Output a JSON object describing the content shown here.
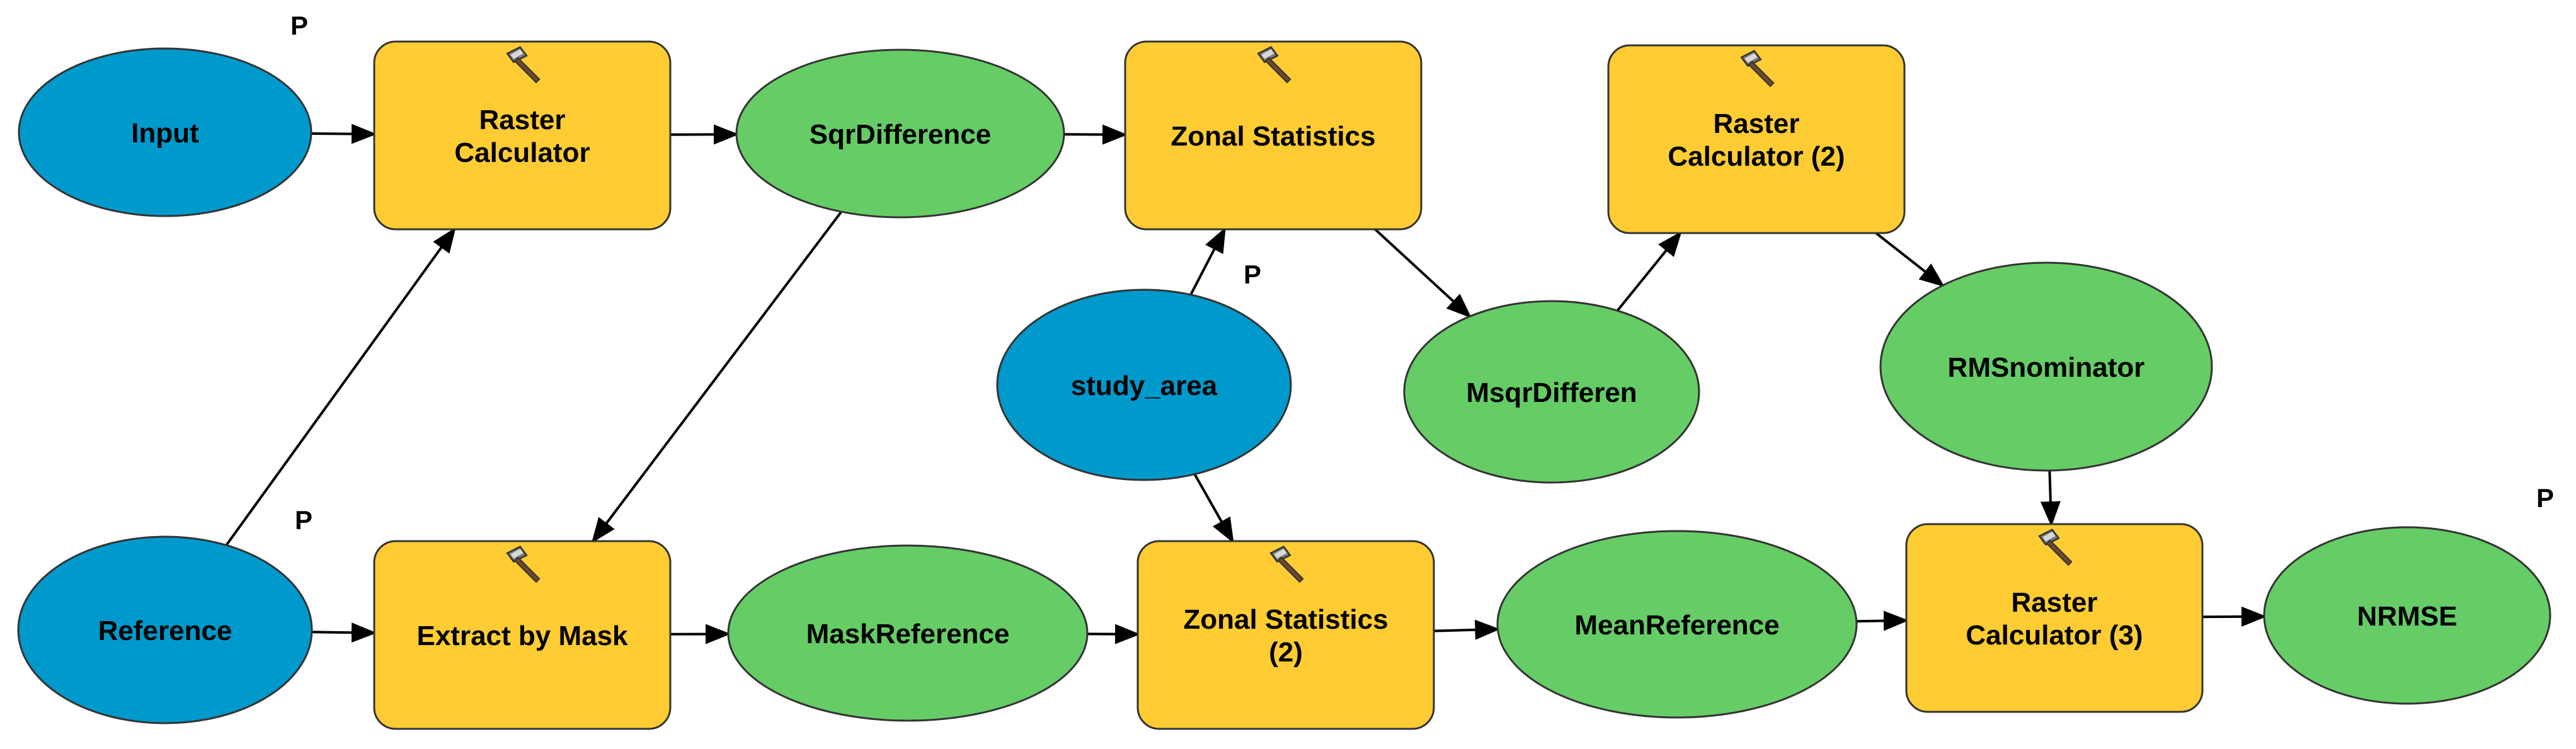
{
  "diagram": {
    "title": "",
    "colors": {
      "input_variable": "#0099CC",
      "derived_variable": "#66CC66",
      "tool": "#FFCC33",
      "outline": "#333333",
      "connector": "#000000"
    },
    "parameter_marker": "P",
    "nodes": [
      {
        "id": "input",
        "kind": "input_variable",
        "lines": [
          "Input"
        ],
        "parameter": true
      },
      {
        "id": "raster_calculator",
        "kind": "tool",
        "lines": [
          "Raster",
          "Calculator"
        ],
        "hammer": true
      },
      {
        "id": "sqrdifference",
        "kind": "derived_variable",
        "lines": [
          "SqrDifference"
        ]
      },
      {
        "id": "zonal_statistics",
        "kind": "tool",
        "lines": [
          "Zonal Statistics"
        ],
        "hammer": true
      },
      {
        "id": "raster_calculator_2",
        "kind": "tool",
        "lines": [
          "Raster",
          "Calculator (2)"
        ],
        "hammer": true
      },
      {
        "id": "study_area",
        "kind": "input_variable",
        "lines": [
          "study_area"
        ],
        "parameter": true
      },
      {
        "id": "msqrdifferen",
        "kind": "derived_variable",
        "lines": [
          "MsqrDifferen"
        ]
      },
      {
        "id": "rmsnominator",
        "kind": "derived_variable",
        "lines": [
          "RMSnominator"
        ]
      },
      {
        "id": "reference",
        "kind": "input_variable",
        "lines": [
          "Reference"
        ],
        "parameter": true
      },
      {
        "id": "extract_by_mask",
        "kind": "tool",
        "lines": [
          "Extract by Mask"
        ],
        "hammer": true
      },
      {
        "id": "maskreference",
        "kind": "derived_variable",
        "lines": [
          "MaskReference"
        ]
      },
      {
        "id": "zonal_statistics_2",
        "kind": "tool",
        "lines": [
          "Zonal Statistics",
          "(2)"
        ],
        "hammer": true
      },
      {
        "id": "meanreference",
        "kind": "derived_variable",
        "lines": [
          "MeanReference"
        ]
      },
      {
        "id": "raster_calculator_3",
        "kind": "tool",
        "lines": [
          "Raster",
          "Calculator (3)"
        ],
        "hammer": true
      },
      {
        "id": "nrmse",
        "kind": "derived_variable",
        "lines": [
          "NRMSE"
        ],
        "parameter": true
      }
    ],
    "edges": [
      {
        "from": "input",
        "to": "raster_calculator"
      },
      {
        "from": "reference",
        "to": "raster_calculator"
      },
      {
        "from": "raster_calculator",
        "to": "sqrdifference"
      },
      {
        "from": "sqrdifference",
        "to": "zonal_statistics"
      },
      {
        "from": "sqrdifference",
        "to": "extract_by_mask"
      },
      {
        "from": "study_area",
        "to": "zonal_statistics"
      },
      {
        "from": "zonal_statistics",
        "to": "msqrdifferen"
      },
      {
        "from": "msqrdifferen",
        "to": "raster_calculator_2"
      },
      {
        "from": "raster_calculator_2",
        "to": "rmsnominator"
      },
      {
        "from": "reference",
        "to": "extract_by_mask"
      },
      {
        "from": "extract_by_mask",
        "to": "maskreference"
      },
      {
        "from": "maskreference",
        "to": "zonal_statistics_2"
      },
      {
        "from": "study_area",
        "to": "zonal_statistics_2"
      },
      {
        "from": "zonal_statistics_2",
        "to": "meanreference"
      },
      {
        "from": "meanreference",
        "to": "raster_calculator_3"
      },
      {
        "from": "rmsnominator",
        "to": "raster_calculator_3"
      },
      {
        "from": "raster_calculator_3",
        "to": "nrmse"
      }
    ]
  }
}
